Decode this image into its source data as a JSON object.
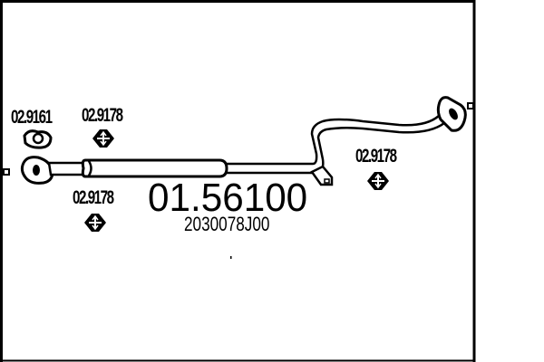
{
  "diagram": {
    "part_number": "01.56100",
    "oe_number": "2030078J00",
    "accessories": [
      {
        "code": "02.9161",
        "type": "gasket"
      },
      {
        "code": "02.9178",
        "type": "rubber-mount"
      },
      {
        "code": "02.9178",
        "type": "rubber-mount"
      },
      {
        "code": "02.9178",
        "type": "rubber-mount"
      }
    ],
    "colors": {
      "line": "#000000",
      "background": "#ffffff"
    }
  }
}
